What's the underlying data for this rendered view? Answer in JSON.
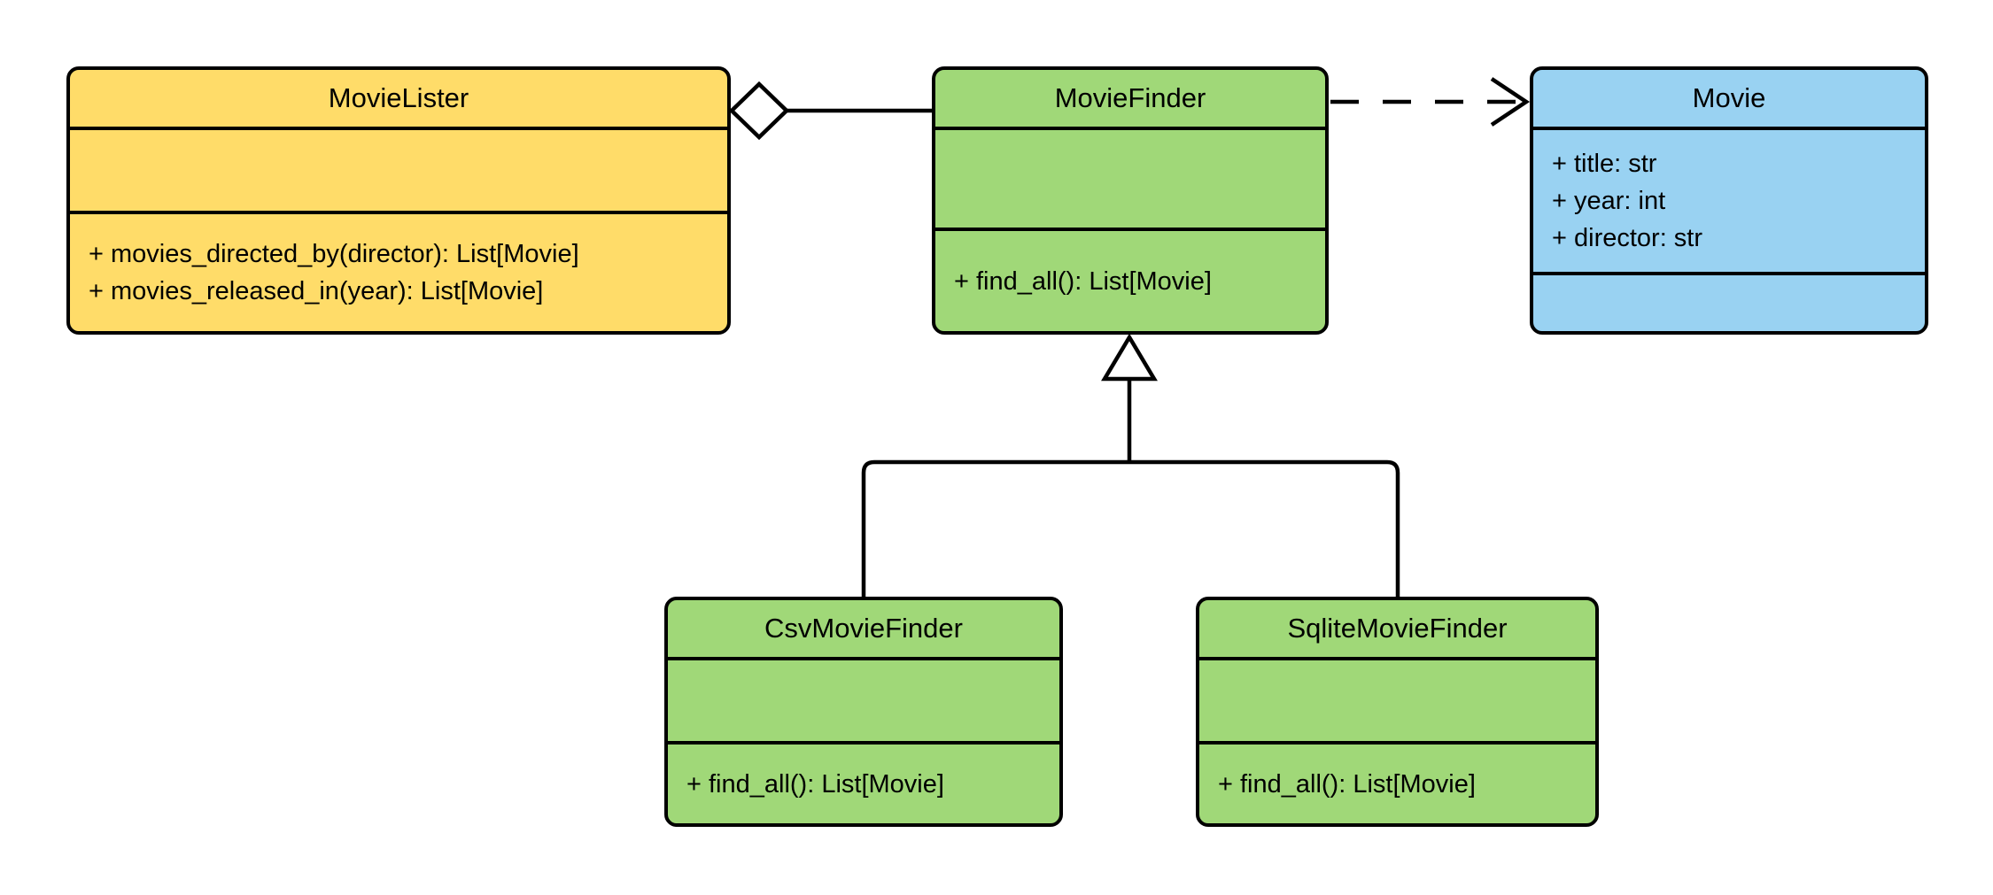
{
  "colors": {
    "yellow_fill": "#FFDC69",
    "green_fill": "#A0D878",
    "blue_fill": "#99D2F2",
    "stroke": "#000000",
    "background": "#FFFFFF"
  },
  "classes": {
    "movie_lister": {
      "name": "MovieLister",
      "attributes": [],
      "methods": [
        "+ movies_directed_by(director): List[Movie]",
        "+ movies_released_in(year): List[Movie]"
      ],
      "fill": "#FFDC69"
    },
    "movie_finder": {
      "name": "MovieFinder",
      "attributes": [],
      "methods": [
        "+ find_all(): List[Movie]"
      ],
      "fill": "#A0D878"
    },
    "movie": {
      "name": "Movie",
      "attributes": [
        "+ title: str",
        "+ year: int",
        "+ director: str"
      ],
      "methods": [],
      "fill": "#99D2F2"
    },
    "csv_movie_finder": {
      "name": "CsvMovieFinder",
      "attributes": [],
      "methods": [
        "+ find_all(): List[Movie]"
      ],
      "fill": "#A0D878"
    },
    "sqlite_movie_finder": {
      "name": "SqliteMovieFinder",
      "attributes": [],
      "methods": [
        "+ find_all(): List[Movie]"
      ],
      "fill": "#A0D878"
    }
  },
  "relationships": [
    {
      "type": "aggregation",
      "from": "MovieLister",
      "to": "MovieFinder",
      "marker": "open-diamond",
      "line": "solid"
    },
    {
      "type": "dependency",
      "from": "MovieFinder",
      "to": "Movie",
      "marker": "open-arrow",
      "line": "dashed"
    },
    {
      "type": "generalization",
      "from": "CsvMovieFinder",
      "to": "MovieFinder",
      "marker": "hollow-triangle",
      "line": "solid"
    },
    {
      "type": "generalization",
      "from": "SqliteMovieFinder",
      "to": "MovieFinder",
      "marker": "hollow-triangle",
      "line": "solid"
    }
  ]
}
